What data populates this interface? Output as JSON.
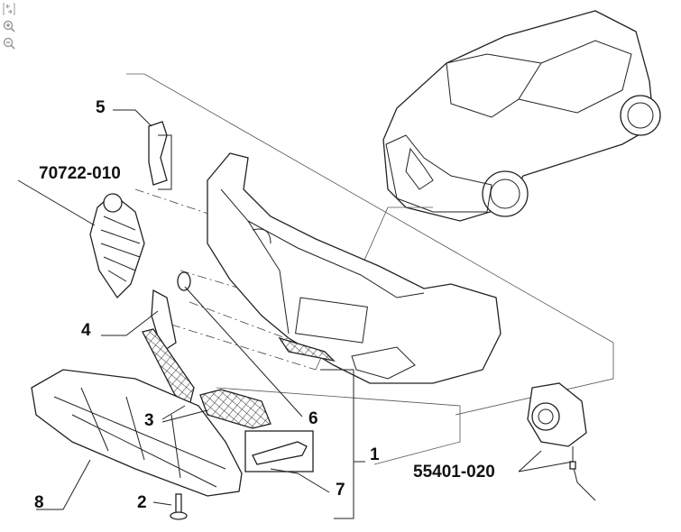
{
  "toolbar": {
    "icons": [
      "fit-to-screen-icon",
      "zoom-in-icon",
      "zoom-out-icon"
    ]
  },
  "callouts": {
    "c5": "5",
    "c70722": "70722-010",
    "c4": "4",
    "c3": "3",
    "c8": "8",
    "c2": "2",
    "c6": "6",
    "c7": "7",
    "c1": "1",
    "c55401": "55401-020"
  }
}
